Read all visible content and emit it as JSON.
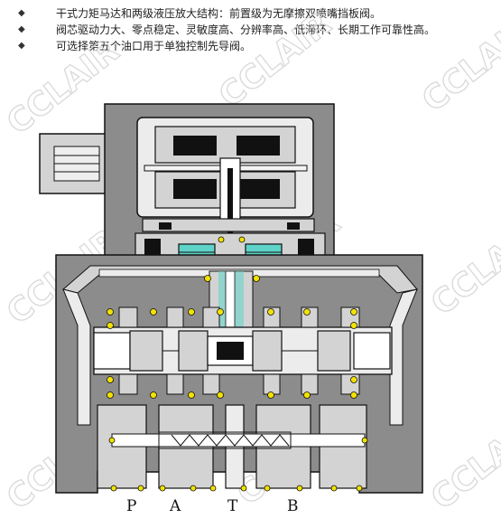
{
  "features": [
    {
      "marker": "◆",
      "text": "干式力矩马达和两级液压放大结构：前置级为无摩擦双喷嘴挡板阀。"
    },
    {
      "marker": "◆",
      "text": "阀芯驱动力大、零点稳定、灵敏度高、分辨率高、低滞环、长期工作可靠性高。"
    },
    {
      "marker": "◆",
      "text": "可选择第五个油口用于单独控制先导阀。"
    }
  ],
  "watermark": "CCLAIR",
  "ports": {
    "p": "P",
    "a": "A",
    "t": "T",
    "b": "B"
  },
  "colors": {
    "body_gray": "#8c8c8c",
    "light_gray": "#d3d3d3",
    "dark": "#111111",
    "yellow": "#f2e200",
    "cyan": "#5fd3c8"
  }
}
